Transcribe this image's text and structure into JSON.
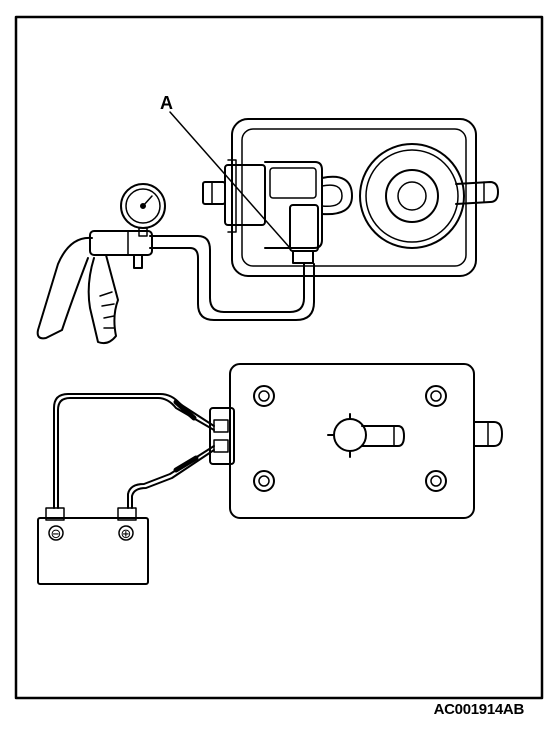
{
  "diagram": {
    "callout_label": "A",
    "figure_code": "AC001914AB",
    "terminals": {
      "negative": "⊖",
      "positive": "⊕"
    },
    "components": {
      "upper_assembly": "solenoid-valve-on-mounting-plate",
      "lower_assembly": "solenoid-valve-plate-wired",
      "tools": [
        "hand-vacuum-pump",
        "vacuum-gauge",
        "battery"
      ]
    },
    "colors": {
      "line": "#000000",
      "background": "#ffffff"
    }
  }
}
